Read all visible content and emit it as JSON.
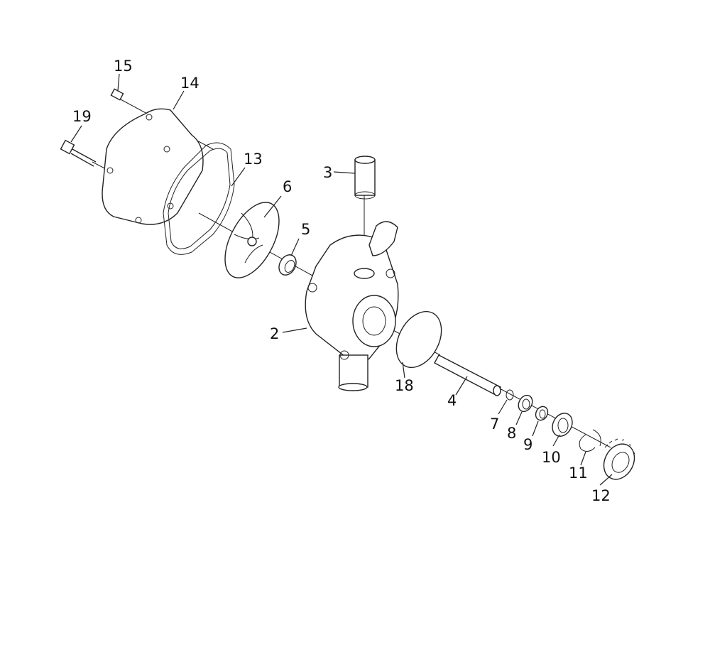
{
  "diagram": {
    "callouts": {
      "c2": "2",
      "c3": "3",
      "c4": "4",
      "c5": "5",
      "c6": "6",
      "c7": "7",
      "c8": "8",
      "c9": "9",
      "c10": "10",
      "c11": "11",
      "c12": "12",
      "c13": "13",
      "c14": "14",
      "c15": "15",
      "c18": "18",
      "c19": "19"
    }
  }
}
